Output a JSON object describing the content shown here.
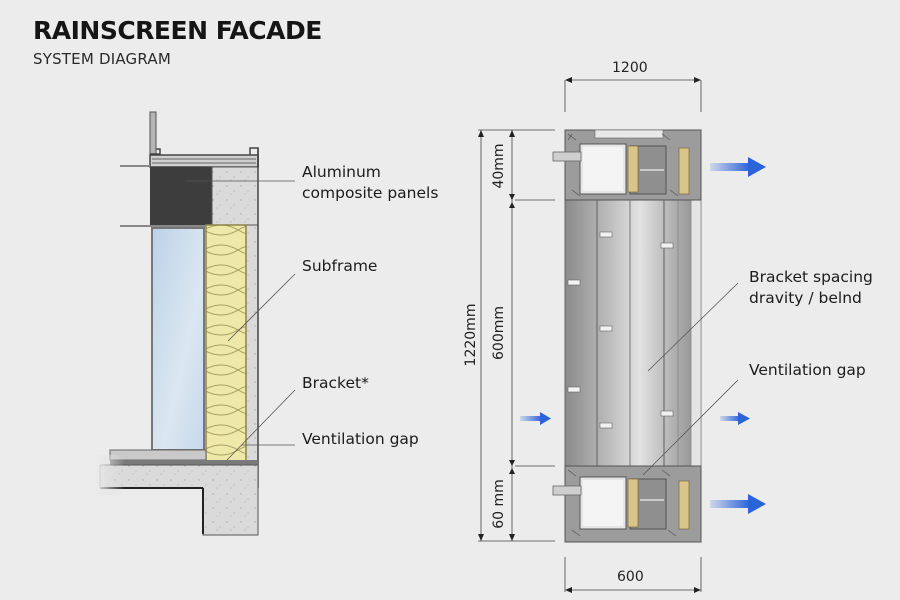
{
  "header": {
    "title": "RAINSCREEN FACADE",
    "subtitle": "SYSTEM DIAGRAM"
  },
  "section_detail": {
    "labels": [
      {
        "id": "aluminum",
        "line1": "Aluminum",
        "line2": "composite panels"
      },
      {
        "id": "subframe",
        "line1": "Subframe"
      },
      {
        "id": "bracket",
        "line1": "Bracket*"
      },
      {
        "id": "ventilation",
        "line1": "Ventilation gap"
      }
    ]
  },
  "elevation_detail": {
    "dimensions": {
      "top_width": "1200",
      "bottom_width": "600",
      "overall_height": "1220mm",
      "top_segment": "40mm",
      "middle_segment": "600mm",
      "bottom_segment": "60 mm"
    },
    "labels": [
      {
        "id": "bracket-spacing",
        "line1": "Bracket spacing",
        "line2": "dravity / belnd"
      },
      {
        "id": "ventilation-gap",
        "line1": "Ventilation gap"
      }
    ],
    "airflow_arrows": [
      "top-right",
      "middle-left",
      "middle-right",
      "bottom-right"
    ]
  },
  "colors": {
    "background": "#ececec",
    "arrow_blue": "#2b63d9",
    "insulation": "#ece7a6",
    "concrete": "#d9d9d9",
    "dark_panel": "#3e3e3e",
    "glass": "#c9dcec",
    "frame_gray": "#9a9a9a"
  }
}
